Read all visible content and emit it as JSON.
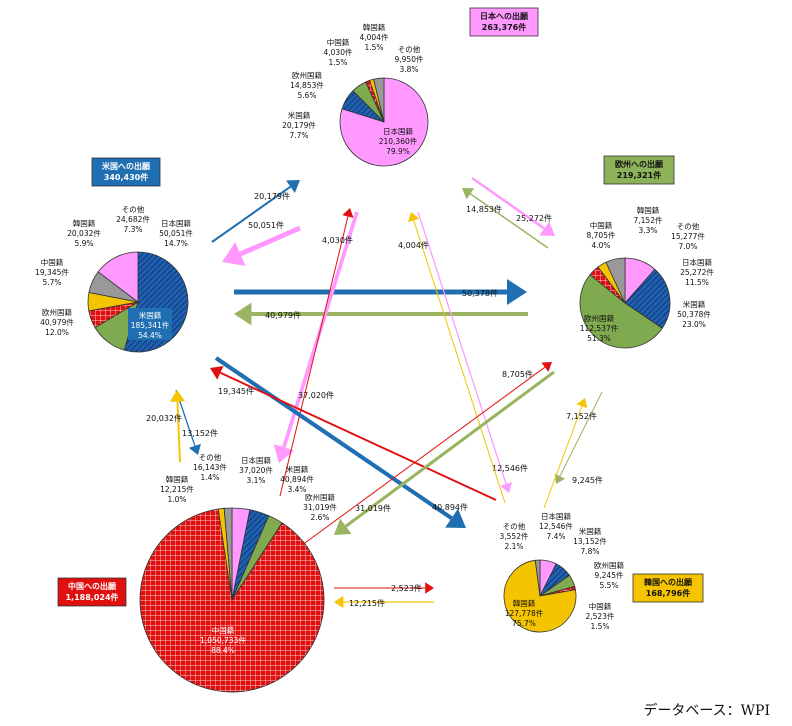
{
  "chart_data": {
    "type": "pie",
    "source": "データベース：WPI",
    "offices": [
      {
        "id": "japan",
        "title": "日本への出願",
        "total": "263,376件",
        "color": "#ff99ff",
        "slices": [
          {
            "name": "日本国籍",
            "count": "210,360件",
            "pct": "79.9%",
            "value": 210360,
            "color": "#ff99ff",
            "pattern": "solid"
          },
          {
            "name": "米国籍",
            "count": "20,179件",
            "pct": "7.7%",
            "value": 20179,
            "color": "#2060b0",
            "pattern": "hatch"
          },
          {
            "name": "欧州国籍",
            "count": "14,853件",
            "pct": "5.6%",
            "value": 14853,
            "color": "#7faa4f",
            "pattern": "solid"
          },
          {
            "name": "中国籍",
            "count": "4,030件",
            "pct": "1.5%",
            "value": 4030,
            "color": "#e01010",
            "pattern": "grid"
          },
          {
            "name": "韓国籍",
            "count": "4,004件",
            "pct": "1.5%",
            "value": 4004,
            "color": "#f5c400",
            "pattern": "solid"
          },
          {
            "name": "その他",
            "count": "9,950件",
            "pct": "3.8%",
            "value": 9950,
            "color": "#999999",
            "pattern": "solid"
          }
        ]
      },
      {
        "id": "us",
        "title": "米国への出願",
        "total": "340,430件",
        "color": "#2060b0",
        "slices": [
          {
            "name": "米国籍",
            "count": "185,341件",
            "pct": "54.4%",
            "value": 185341,
            "color": "#2060b0",
            "pattern": "hatch"
          },
          {
            "name": "欧州国籍",
            "count": "40,979件",
            "pct": "12.0%",
            "value": 40979,
            "color": "#7faa4f",
            "pattern": "solid"
          },
          {
            "name": "中国籍",
            "count": "19,345件",
            "pct": "5.7%",
            "value": 19345,
            "color": "#e01010",
            "pattern": "grid"
          },
          {
            "name": "韓国籍",
            "count": "20,032件",
            "pct": "5.9%",
            "value": 20032,
            "color": "#f5c400",
            "pattern": "solid"
          },
          {
            "name": "その他",
            "count": "24,682件",
            "pct": "7.3%",
            "value": 24682,
            "color": "#999999",
            "pattern": "solid"
          },
          {
            "name": "日本国籍",
            "count": "50,051件",
            "pct": "14.7%",
            "value": 50051,
            "color": "#ff99ff",
            "pattern": "solid"
          }
        ]
      },
      {
        "id": "europe",
        "title": "欧州への出願",
        "total": "219,321件",
        "color": "#8cb25a",
        "slices": [
          {
            "name": "日本国籍",
            "count": "25,272件",
            "pct": "11.5%",
            "value": 25272,
            "color": "#ff99ff",
            "pattern": "solid"
          },
          {
            "name": "米国籍",
            "count": "50,378件",
            "pct": "23.0%",
            "value": 50378,
            "color": "#2060b0",
            "pattern": "hatch"
          },
          {
            "name": "欧州国籍",
            "count": "112,537件",
            "pct": "51.3%",
            "value": 112537,
            "color": "#7faa4f",
            "pattern": "solid"
          },
          {
            "name": "中国籍",
            "count": "8,705件",
            "pct": "4.0%",
            "value": 8705,
            "color": "#e01010",
            "pattern": "grid"
          },
          {
            "name": "韓国籍",
            "count": "7,152件",
            "pct": "3.3%",
            "value": 7152,
            "color": "#f5c400",
            "pattern": "solid"
          },
          {
            "name": "その他",
            "count": "15,277件",
            "pct": "7.0%",
            "value": 15277,
            "color": "#999999",
            "pattern": "solid"
          }
        ]
      },
      {
        "id": "china",
        "title": "中国への出願",
        "total": "1,188,024件",
        "color": "#e01010",
        "slices": [
          {
            "name": "日本国籍",
            "count": "37,020件",
            "pct": "3.1%",
            "value": 37020,
            "color": "#ff99ff",
            "pattern": "solid"
          },
          {
            "name": "米国籍",
            "count": "40,894件",
            "pct": "3.4%",
            "value": 40894,
            "color": "#2060b0",
            "pattern": "hatch"
          },
          {
            "name": "欧州国籍",
            "count": "31,019件",
            "pct": "2.6%",
            "value": 31019,
            "color": "#7faa4f",
            "pattern": "solid"
          },
          {
            "name": "中国籍",
            "count": "1,050,733件",
            "pct": "88.4%",
            "value": 1050733,
            "color": "#e01010",
            "pattern": "grid"
          },
          {
            "name": "韓国籍",
            "count": "12,215件",
            "pct": "1.0%",
            "value": 12215,
            "color": "#f5c400",
            "pattern": "solid"
          },
          {
            "name": "その他",
            "count": "16,143件",
            "pct": "1.4%",
            "value": 16143,
            "color": "#999999",
            "pattern": "solid"
          }
        ]
      },
      {
        "id": "korea",
        "title": "韓国への出願",
        "total": "168,796件",
        "color": "#f5c400",
        "slices": [
          {
            "name": "日本国籍",
            "count": "12,546件",
            "pct": "7.4%",
            "value": 12546,
            "color": "#ff99ff",
            "pattern": "solid"
          },
          {
            "name": "米国籍",
            "count": "13,152件",
            "pct": "7.8%",
            "value": 13152,
            "color": "#2060b0",
            "pattern": "hatch"
          },
          {
            "name": "欧州国籍",
            "count": "9,245件",
            "pct": "5.5%",
            "value": 9245,
            "color": "#7faa4f",
            "pattern": "solid"
          },
          {
            "name": "中国籍",
            "count": "2,523件",
            "pct": "1.5%",
            "value": 2523,
            "color": "#e01010",
            "pattern": "grid"
          },
          {
            "name": "韓国籍",
            "count": "127,778件",
            "pct": "75.7%",
            "value": 127778,
            "color": "#f5c400",
            "pattern": "solid"
          },
          {
            "name": "その他",
            "count": "3,552件",
            "pct": "2.1%",
            "value": 3552,
            "color": "#999999",
            "pattern": "solid"
          }
        ]
      }
    ],
    "flows": [
      {
        "from": "japan",
        "to": "us",
        "value": "50,051件",
        "color": "#ff99ff"
      },
      {
        "from": "us",
        "to": "japan",
        "value": "20,179件",
        "color": "#1f6fb2"
      },
      {
        "from": "japan",
        "to": "europe",
        "value": "25,272件",
        "color": "#ff99ff"
      },
      {
        "from": "europe",
        "to": "japan",
        "value": "14,853件",
        "color": "#9ab561"
      },
      {
        "from": "us",
        "to": "europe",
        "value": "50,378件",
        "color": "#1f6fb2"
      },
      {
        "from": "europe",
        "to": "us",
        "value": "40,979件",
        "color": "#9ab561"
      },
      {
        "from": "japan",
        "to": "china",
        "value": "37,020件",
        "color": "#ff99ff"
      },
      {
        "from": "china",
        "to": "japan",
        "value": "4,030件",
        "color": "#e01010"
      },
      {
        "from": "japan",
        "to": "korea",
        "value": "12,546件",
        "color": "#ff99ff"
      },
      {
        "from": "korea",
        "to": "japan",
        "value": "4,004件",
        "color": "#f5c400"
      },
      {
        "from": "us",
        "to": "china",
        "value": "40,894件",
        "color": "#1f6fb2"
      },
      {
        "from": "china",
        "to": "us",
        "value": "19,345件",
        "color": "#e01010"
      },
      {
        "from": "us",
        "to": "korea",
        "value": "13,152件",
        "color": "#1f6fb2"
      },
      {
        "from": "korea",
        "to": "us",
        "value": "20,032件",
        "color": "#f5c400"
      },
      {
        "from": "europe",
        "to": "china",
        "value": "31,019件",
        "color": "#9ab561"
      },
      {
        "from": "china",
        "to": "europe",
        "value": "8,705件",
        "color": "#e01010"
      },
      {
        "from": "europe",
        "to": "korea",
        "value": "9,245件",
        "color": "#9ab561"
      },
      {
        "from": "korea",
        "to": "europe",
        "value": "7,152件",
        "color": "#f5c400"
      },
      {
        "from": "china",
        "to": "korea",
        "value": "2,523件",
        "color": "#e01010"
      },
      {
        "from": "korea",
        "to": "china",
        "value": "12,215件",
        "color": "#f5c400"
      }
    ]
  }
}
